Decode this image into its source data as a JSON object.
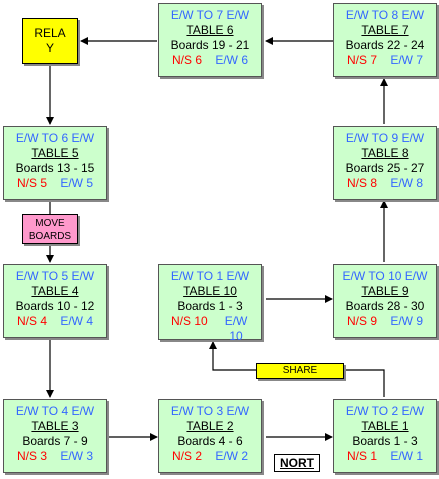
{
  "tables": [
    {
      "id": "t6",
      "movement": "E/W TO 7 E/W",
      "name": "TABLE  6",
      "boards": "Boards 19  -  21",
      "ns": "N/S 6",
      "ew": "E/W 6"
    },
    {
      "id": "t7",
      "movement": "E/W TO 8 E/W",
      "name": "TABLE  7",
      "boards": "Boards 22  -  24",
      "ns": "N/S 7",
      "ew": "E/W 7"
    },
    {
      "id": "t5",
      "movement": "E/W TO 6 E/W",
      "name": "TABLE  5",
      "boards": "Boards 13 - 15",
      "ns": "N/S 5",
      "ew": "E/W 5"
    },
    {
      "id": "t8",
      "movement": "E/W TO 9 E/W",
      "name": "TABLE  8",
      "boards": "Boards 25 - 27",
      "ns": "N/S 8",
      "ew": "E/W 8"
    },
    {
      "id": "t4",
      "movement": "E/W TO 5 E/W",
      "name": "TABLE  4",
      "boards": "Boards 10 - 12",
      "ns": "N/S 4",
      "ew": "E/W 4"
    },
    {
      "id": "t10",
      "movement": "E/W TO 1 E/W",
      "name": "TABLE  10",
      "boards": "Boards 1 - 3",
      "ns": "N/S  10",
      "ew": "E/W 10"
    },
    {
      "id": "t9",
      "movement": "E/W TO 10 E/W",
      "name": "TABLE  9",
      "boards": "Boards 28 - 30",
      "ns": "N/S  9",
      "ew": "E/W 9"
    },
    {
      "id": "t3",
      "movement": "E/W TO 4 E/W",
      "name": "TABLE  3",
      "boards": "Boards 7 - 9",
      "ns": "N/S  3",
      "ew": "E/W 3"
    },
    {
      "id": "t2",
      "movement": "E/W TO 3 E/W",
      "name": "TABLE  2",
      "boards": "Boards 4 - 6",
      "ns": "N/S  2",
      "ew": "E/W 2"
    },
    {
      "id": "t1",
      "movement": "E/W TO 2 E/W",
      "name": "TABLE  1",
      "boards": "Boards 1 - 3",
      "ns": "N/S  1",
      "ew": "E/W 1"
    }
  ],
  "labels": {
    "relay": "RELA Y",
    "move_boards": "MOVE BOARDS",
    "share": "SHARE",
    "north": "NORT"
  },
  "colors": {
    "table_fill": "#ccffcc",
    "relay_fill": "#ffff00",
    "move_fill": "#ff99cc",
    "share_fill": "#ffff00",
    "movement_text": "#3366ff",
    "ns_text": "#ff0000",
    "ew_text": "#3366ff"
  }
}
